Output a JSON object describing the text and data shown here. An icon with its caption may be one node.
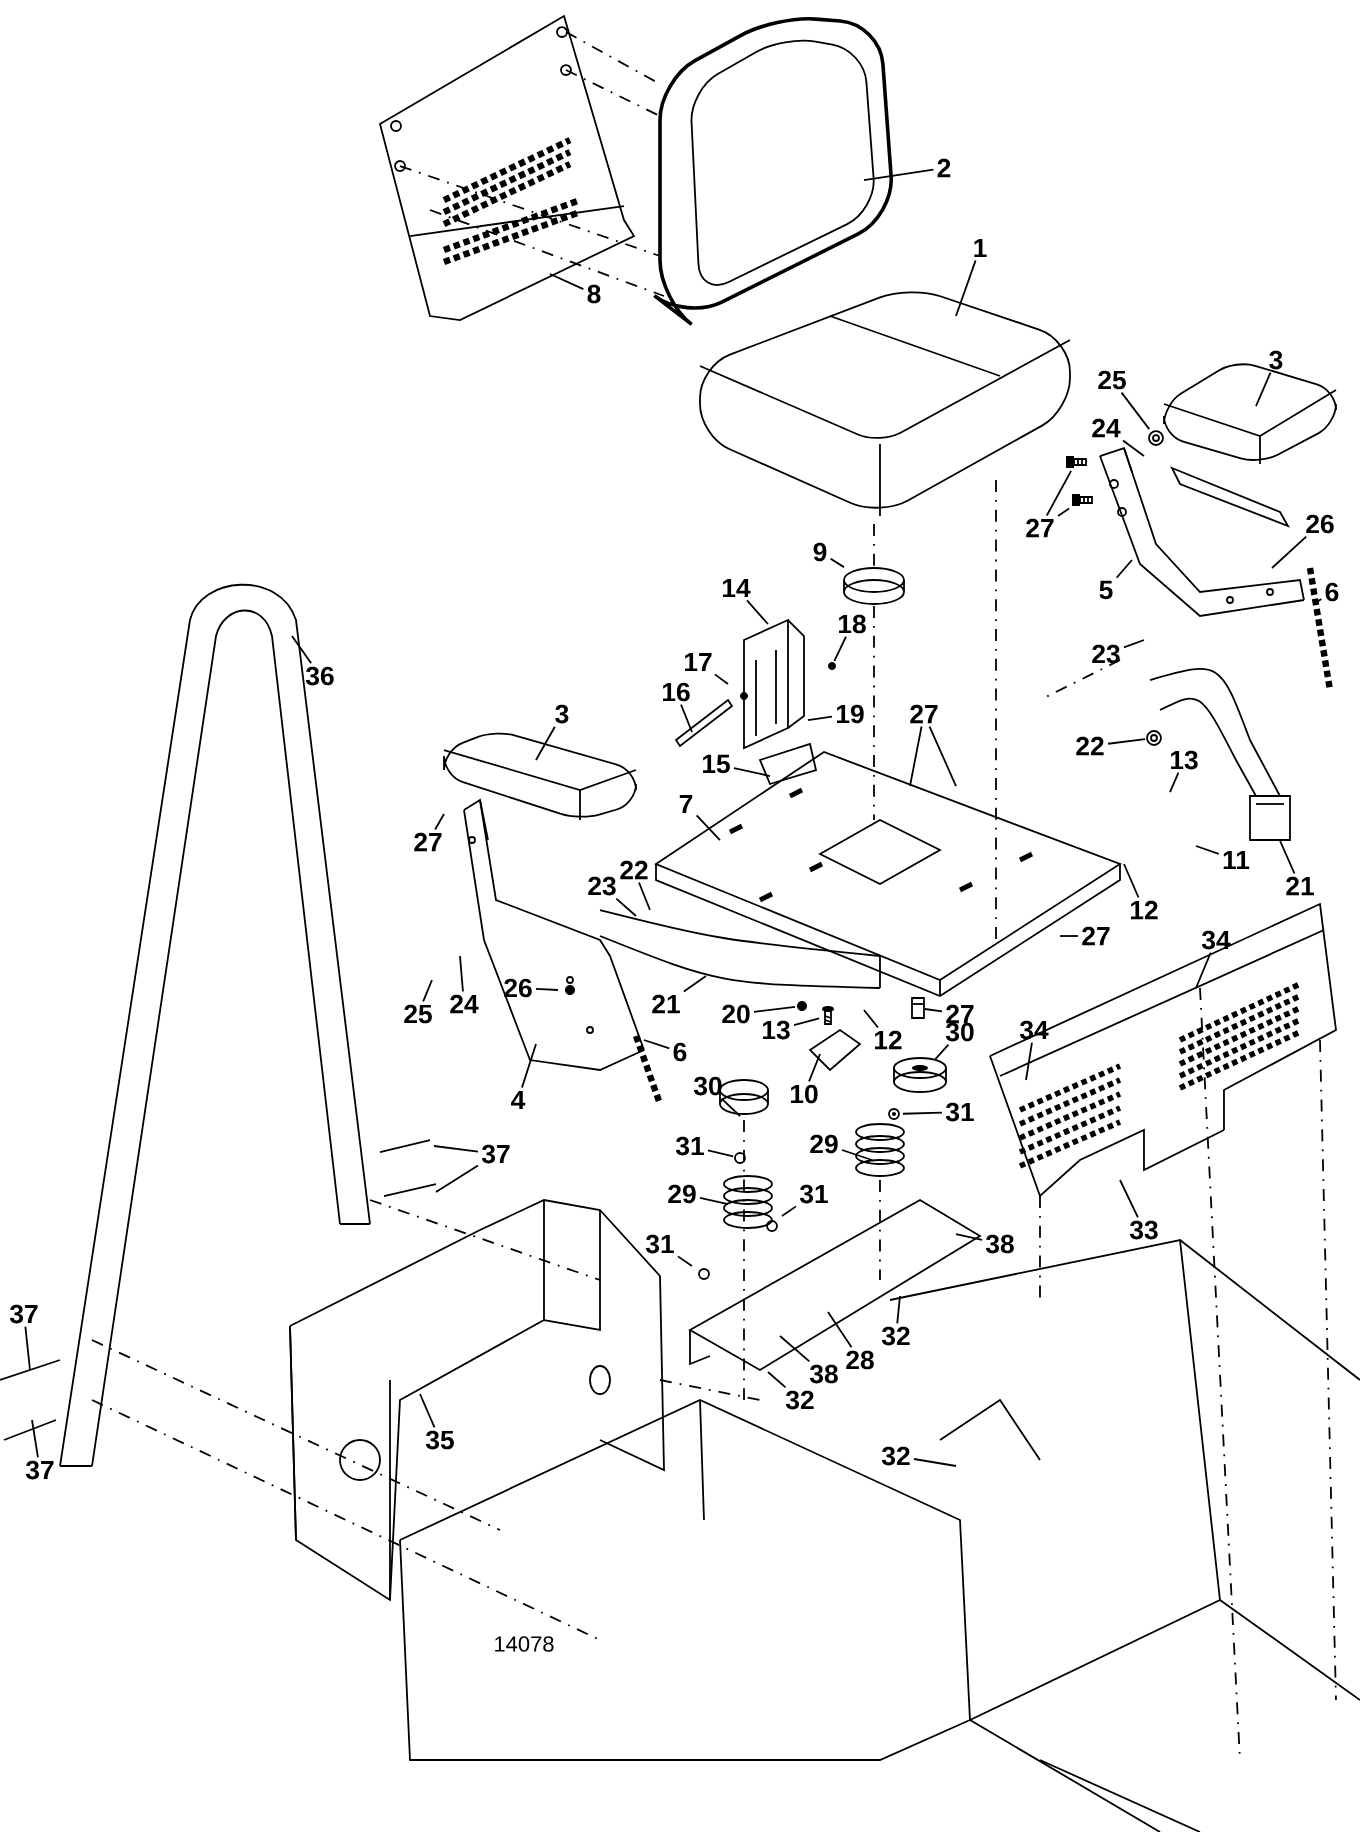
{
  "diagram": {
    "nodes": [
      {
        "text": [
          "2"
        ]
      },
      {
        "text": [
          "1"
        ]
      },
      {
        "text": [
          "8"
        ]
      },
      {
        "text": [
          "3"
        ]
      },
      {
        "text": [
          "25"
        ]
      },
      {
        "text": [
          "24"
        ]
      },
      {
        "text": [
          "27"
        ]
      },
      {
        "text": [
          "26"
        ]
      },
      {
        "text": [
          "9"
        ]
      },
      {
        "text": [
          "5"
        ]
      },
      {
        "text": [
          "6"
        ]
      },
      {
        "text": [
          "14"
        ]
      },
      {
        "text": [
          "18"
        ]
      },
      {
        "text": [
          "23"
        ]
      },
      {
        "text": [
          "17"
        ]
      },
      {
        "text": [
          "36"
        ]
      },
      {
        "text": [
          "16"
        ]
      },
      {
        "text": [
          "19"
        ]
      },
      {
        "text": [
          "3"
        ]
      },
      {
        "text": [
          "27"
        ]
      },
      {
        "text": [
          "22"
        ]
      },
      {
        "text": [
          "13"
        ]
      },
      {
        "text": [
          "15"
        ]
      },
      {
        "text": [
          "7"
        ]
      },
      {
        "text": [
          "27"
        ]
      },
      {
        "text": [
          "11"
        ]
      },
      {
        "text": [
          "22"
        ]
      },
      {
        "text": [
          "23"
        ]
      },
      {
        "text": [
          "21"
        ]
      },
      {
        "text": [
          "12"
        ]
      },
      {
        "text": [
          "27"
        ]
      },
      {
        "text": [
          "34"
        ]
      },
      {
        "text": [
          "26"
        ]
      },
      {
        "text": [
          "21"
        ]
      },
      {
        "text": [
          "24"
        ]
      },
      {
        "text": [
          "25"
        ]
      },
      {
        "text": [
          "20"
        ]
      },
      {
        "text": [
          "27"
        ]
      },
      {
        "text": [
          "13"
        ]
      },
      {
        "text": [
          "34"
        ]
      },
      {
        "text": [
          "12"
        ]
      },
      {
        "text": [
          "30"
        ]
      },
      {
        "text": [
          "6"
        ]
      },
      {
        "text": [
          "30"
        ]
      },
      {
        "text": [
          "10"
        ]
      },
      {
        "text": [
          "31"
        ]
      },
      {
        "text": [
          "4"
        ]
      },
      {
        "text": [
          "29"
        ]
      },
      {
        "text": [
          "31"
        ]
      },
      {
        "text": [
          "37"
        ]
      },
      {
        "text": [
          "29"
        ]
      },
      {
        "text": [
          "31"
        ]
      },
      {
        "text": [
          "33"
        ]
      },
      {
        "text": [
          "38"
        ]
      },
      {
        "text": [
          "31"
        ]
      },
      {
        "text": [
          "37"
        ]
      },
      {
        "text": [
          "32"
        ]
      },
      {
        "text": [
          "28"
        ]
      },
      {
        "text": [
          "38"
        ]
      },
      {
        "text": [
          "32"
        ]
      },
      {
        "text": [
          "35"
        ]
      },
      {
        "text": [
          "32"
        ]
      },
      {
        "text": [
          "37"
        ]
      },
      {
        "text": [],
        "shape": "picture"
      },
      {
        "text": [],
        "shape": "picture"
      },
      {
        "text": [],
        "shape": "picture"
      },
      {
        "text": [],
        "shape": "picture"
      },
      {
        "text": [],
        "shape": "picture"
      },
      {
        "text": [],
        "shape": "picture"
      },
      {
        "text": [],
        "shape": "picture"
      },
      {
        "text": [],
        "shape": "picture"
      },
      {
        "text": [],
        "shape": "picture"
      },
      {
        "text": [],
        "shape": "picture"
      },
      {
        "text": [],
        "shape": "picture"
      },
      {
        "text": [],
        "shape": "picture"
      },
      {
        "text": [],
        "shape": "picture"
      }
    ],
    "edges": [
      {
        "from": 0,
        "to": null,
        "arrow": "none"
      },
      {
        "from": 1,
        "to": null,
        "arrow": "none"
      },
      {
        "from": 2,
        "to": null,
        "arrow": "none"
      },
      {
        "from": 3,
        "to": null,
        "arrow": "none"
      },
      {
        "from": 4,
        "to": 63,
        "arrow": "none"
      },
      {
        "from": 5,
        "to": null,
        "arrow": "none"
      },
      {
        "from": 6,
        "to": 70,
        "arrow": "none"
      },
      {
        "from": 6,
        "to": 71,
        "arrow": "none"
      },
      {
        "from": 7,
        "to": null,
        "arrow": "none"
      },
      {
        "from": 8,
        "to": 64,
        "arrow": "none"
      },
      {
        "from": 9,
        "to": null,
        "arrow": "none"
      },
      {
        "from": 10,
        "to": null,
        "arrow": "none"
      },
      {
        "from": 11,
        "to": null,
        "arrow": "none"
      },
      {
        "from": 12,
        "to": 72,
        "arrow": "none"
      },
      {
        "from": 13,
        "to": null,
        "arrow": "none"
      },
      {
        "from": 14,
        "to": null,
        "arrow": "none"
      },
      {
        "from": 15,
        "to": null,
        "arrow": "none"
      },
      {
        "from": 16,
        "to": null,
        "arrow": "none"
      },
      {
        "from": 17,
        "to": null,
        "arrow": "none"
      },
      {
        "from": 18,
        "to": null,
        "arrow": "none"
      },
      {
        "from": 19,
        "to": null,
        "arrow": "none"
      },
      {
        "from": 19,
        "to": null,
        "arrow": "none"
      },
      {
        "from": 20,
        "to": 65,
        "arrow": "none"
      },
      {
        "from": 21,
        "to": null,
        "arrow": "none"
      },
      {
        "from": 22,
        "to": null,
        "arrow": "none"
      },
      {
        "from": 23,
        "to": null,
        "arrow": "none"
      },
      {
        "from": 24,
        "to": null,
        "arrow": "none"
      },
      {
        "from": 25,
        "to": null,
        "arrow": "none"
      },
      {
        "from": 26,
        "to": null,
        "arrow": "none"
      },
      {
        "from": 27,
        "to": null,
        "arrow": "none"
      },
      {
        "from": 28,
        "to": 66,
        "arrow": "none"
      },
      {
        "from": 29,
        "to": null,
        "arrow": "none"
      },
      {
        "from": 30,
        "to": null,
        "arrow": "none"
      },
      {
        "from": 31,
        "to": null,
        "arrow": "none"
      },
      {
        "from": 32,
        "to": null,
        "arrow": "none"
      },
      {
        "from": 33,
        "to": null,
        "arrow": "none"
      },
      {
        "from": 34,
        "to": null,
        "arrow": "none"
      },
      {
        "from": 35,
        "to": null,
        "arrow": "none"
      },
      {
        "from": 36,
        "to": 67,
        "arrow": "none"
      },
      {
        "from": 37,
        "to": 68,
        "arrow": "none"
      },
      {
        "from": 38,
        "to": 74,
        "arrow": "none"
      },
      {
        "from": 39,
        "to": null,
        "arrow": "none"
      },
      {
        "from": 40,
        "to": null,
        "arrow": "none"
      },
      {
        "from": 41,
        "to": 69,
        "arrow": "none"
      },
      {
        "from": 42,
        "to": null,
        "arrow": "none"
      },
      {
        "from": 43,
        "to": null,
        "arrow": "none"
      },
      {
        "from": 44,
        "to": null,
        "arrow": "none"
      },
      {
        "from": 45,
        "to": 75,
        "arrow": "none"
      },
      {
        "from": 46,
        "to": null,
        "arrow": "none"
      },
      {
        "from": 47,
        "to": null,
        "arrow": "none"
      },
      {
        "from": 48,
        "to": 73,
        "arrow": "none"
      },
      {
        "from": 49,
        "to": null,
        "arrow": "none"
      },
      {
        "from": 49,
        "to": null,
        "arrow": "none"
      },
      {
        "from": 50,
        "to": null,
        "arrow": "none"
      },
      {
        "from": 51,
        "to": null,
        "arrow": "none"
      },
      {
        "from": 52,
        "to": null,
        "arrow": "none"
      },
      {
        "from": 53,
        "to": null,
        "arrow": "none"
      },
      {
        "from": 54,
        "to": null,
        "arrow": "none"
      },
      {
        "from": 55,
        "to": null,
        "arrow": "none"
      },
      {
        "from": 56,
        "to": null,
        "arrow": "none"
      },
      {
        "from": 57,
        "to": null,
        "arrow": "none"
      },
      {
        "from": 58,
        "to": null,
        "arrow": "none"
      },
      {
        "from": 59,
        "to": null,
        "arrow": "none"
      },
      {
        "from": 60,
        "to": null,
        "arrow": "none"
      },
      {
        "from": 61,
        "to": null,
        "arrow": "none"
      },
      {
        "from": 62,
        "to": null,
        "arrow": "none"
      }
    ],
    "labels": [
      "14078"
    ]
  }
}
